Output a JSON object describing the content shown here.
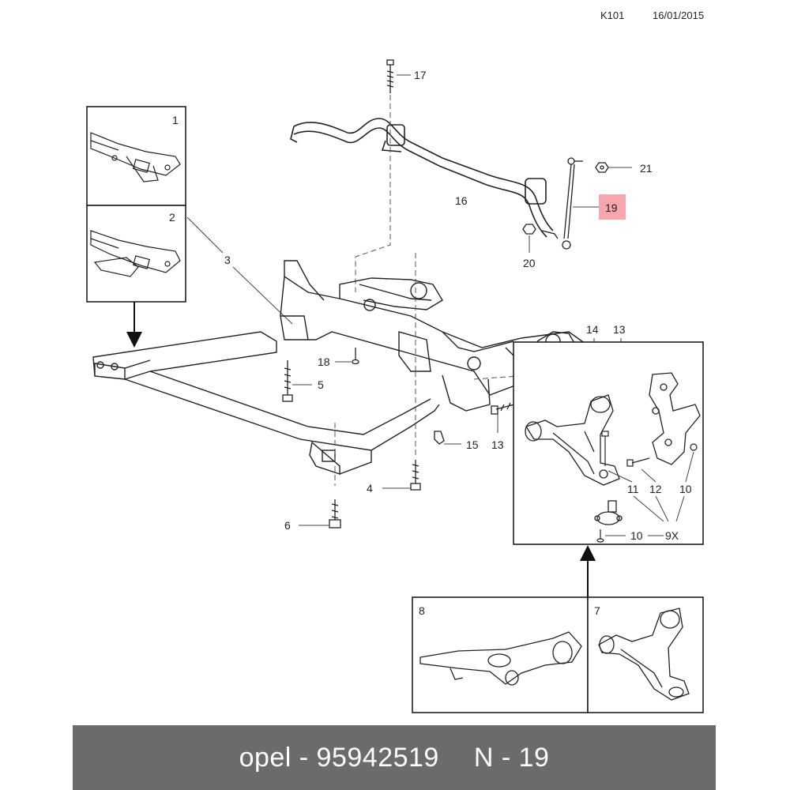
{
  "header": {
    "code": "K101",
    "date": "16/01/2015"
  },
  "callouts": {
    "n1": "1",
    "n2": "2",
    "n3": "3",
    "n4": "4",
    "n5": "5",
    "n6": "6",
    "n7": "7",
    "n8": "8",
    "n9x": "9X",
    "n10a": "10",
    "n10b": "10",
    "n11": "11",
    "n12": "12",
    "n13a": "13",
    "n13b": "13",
    "n14": "14",
    "n15": "15",
    "n16": "16",
    "n17": "17",
    "n18": "18",
    "n19": "19",
    "n20": "20",
    "n21": "21"
  },
  "highlight": {
    "part": "19",
    "color": "#f7a6ad"
  },
  "footer": {
    "part_label": "opel - 95942519",
    "position_label": "N - 19",
    "background": "#6b6b6b"
  }
}
